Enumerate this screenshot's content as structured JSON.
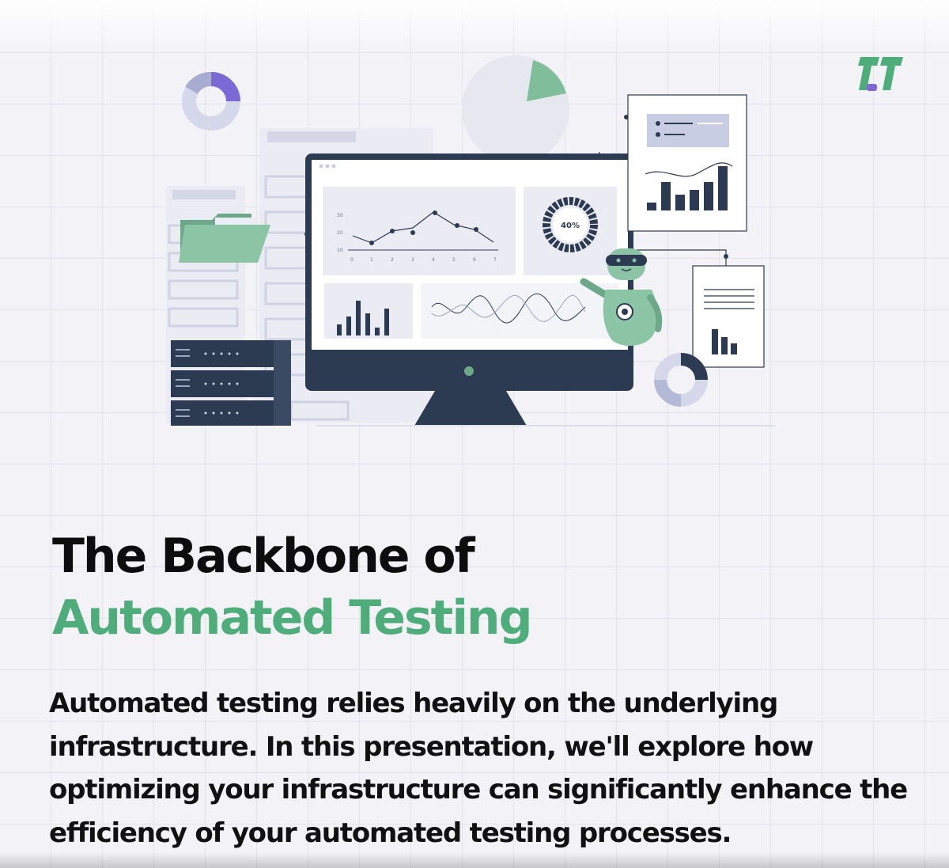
{
  "headline": {
    "line1": "The Backbone of",
    "line2": "Automated Testing"
  },
  "description": "Automated testing relies heavily on the underlying infrastructure. In this presentation, we'll explore how optimizing your infrastructure can significantly enhance the efficiency of your automated testing processes.",
  "illustration": {
    "gauge_label": "40%",
    "line_chart_y_ticks": [
      "30",
      "20",
      "10"
    ],
    "line_chart_x_ticks": [
      "0",
      "1",
      "2",
      "3",
      "4",
      "5",
      "6",
      "7"
    ]
  },
  "logo": {
    "icon": "tt-logo-icon"
  },
  "colors": {
    "accent_green": "#4fad7b",
    "navy": "#2c3a52",
    "lavender": "#c9cde3",
    "purple": "#7b6ad6",
    "background": "#f3f3f7"
  }
}
